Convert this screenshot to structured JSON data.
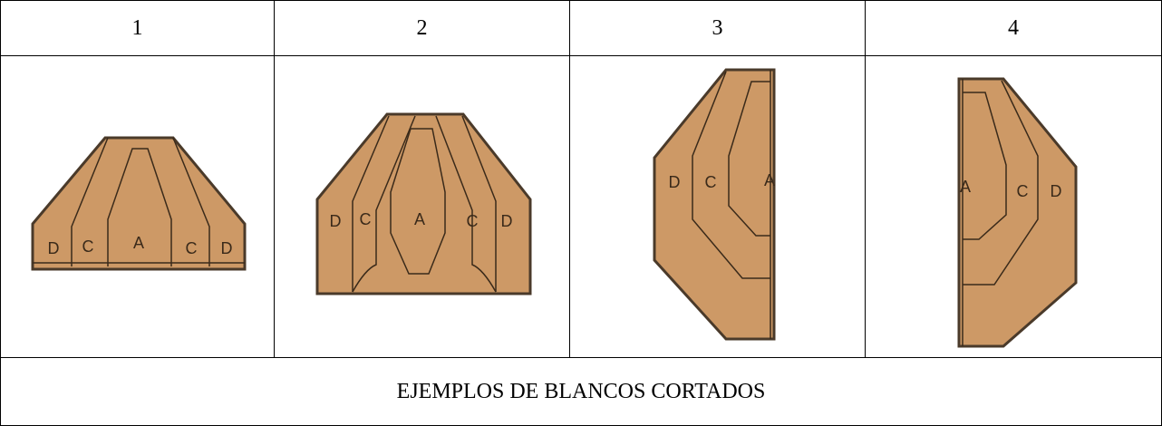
{
  "headers": [
    "1",
    "2",
    "3",
    "4"
  ],
  "targets": [
    {
      "zones": [
        "D",
        "C",
        "A",
        "C",
        "D"
      ]
    },
    {
      "zones": [
        "D",
        "C",
        "A",
        "C",
        "D"
      ]
    },
    {
      "zones": [
        "D",
        "C",
        "A"
      ]
    },
    {
      "zones": [
        "A",
        "C",
        "D"
      ]
    }
  ],
  "caption": "EJEMPLOS DE BLANCOS CORTADOS",
  "colors": {
    "target_fill": "#cd9966",
    "target_outline": "#4a3a2a",
    "zone_line": "#3a2a1a"
  }
}
